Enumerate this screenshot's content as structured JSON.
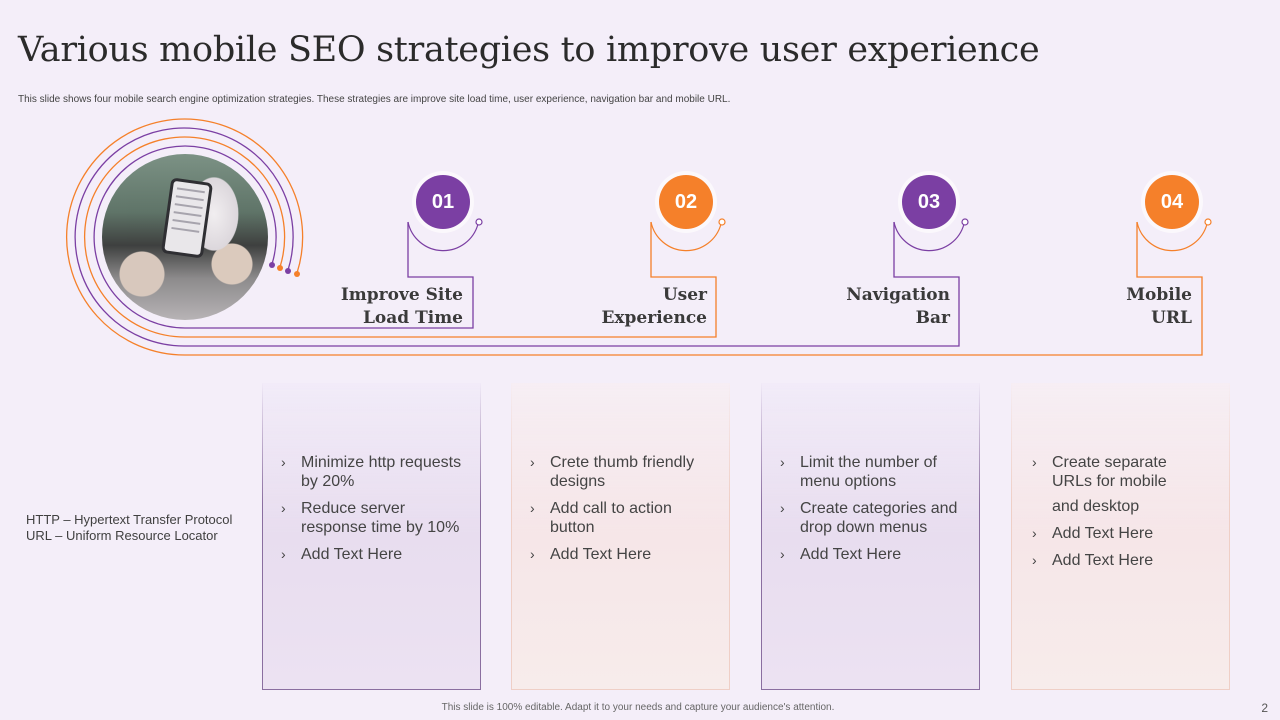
{
  "slide": {
    "title": "Various mobile SEO strategies to improve user experience",
    "subtitle": "This slide shows  four mobile search engine optimization  strategies. These strategies are improve site load time,  user experience, navigation bar and mobile  URL.",
    "page_number": "2",
    "footer": "This slide is 100% editable.  Adapt it to your needs and capture your audience's attention."
  },
  "colors": {
    "purple": "#7b3fa3",
    "orange": "#f5802a",
    "background": "#f4eef9"
  },
  "image": {
    "description": "hands holding smartphone"
  },
  "steps": [
    {
      "number": "01",
      "label_line1": "Improve Site",
      "label_line2": "Load Time",
      "color": "purple"
    },
    {
      "number": "02",
      "label_line1": "User",
      "label_line2": "Experience",
      "color": "orange"
    },
    {
      "number": "03",
      "label_line1": "Navigation",
      "label_line2": "Bar",
      "color": "purple"
    },
    {
      "number": "04",
      "label_line1": "Mobile",
      "label_line2": "URL",
      "color": "orange"
    }
  ],
  "cards": [
    {
      "bullets": [
        "Minimize http requests by 20%",
        "Reduce server response time by 10%",
        "Add Text Here"
      ]
    },
    {
      "bullets": [
        "Crete thumb  friendly designs",
        "Add call to action button",
        "Add Text Here"
      ]
    },
    {
      "bullets": [
        "Limit the number of menu options",
        "Create categories and drop down menus",
        "Add Text Here"
      ]
    },
    {
      "bullets": [
        "Create separate URLs for mobile",
        "and desktop",
        "Add Text Here",
        "Add Text Here"
      ]
    }
  ],
  "note": {
    "line1": "HTTP – Hypertext Transfer Protocol",
    "line2": "URL – Uniform Resource Locator"
  },
  "icons": {
    "bullet": "›"
  }
}
